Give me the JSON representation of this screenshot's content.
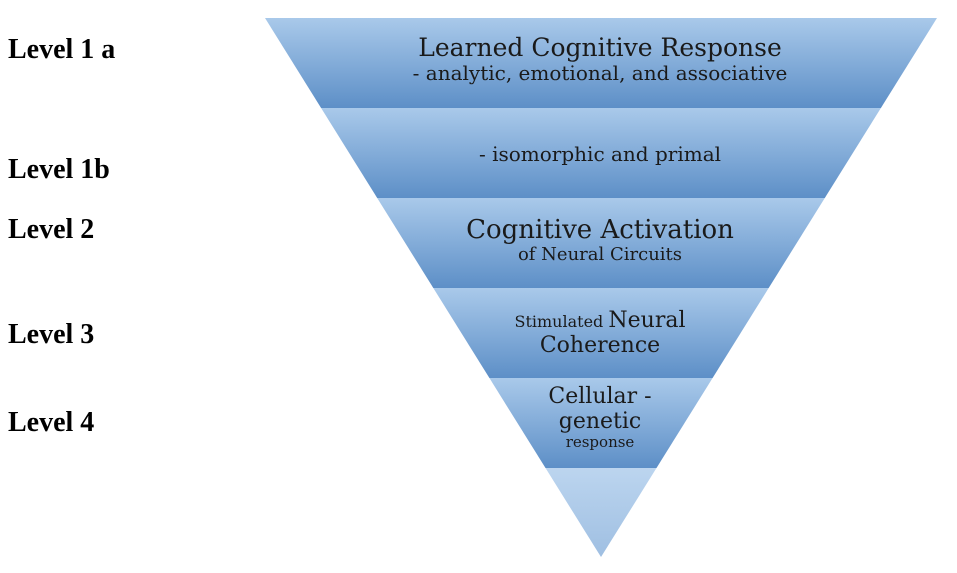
{
  "levels": [
    {
      "label": "Level 1 a"
    },
    {
      "label": "Level 1b"
    },
    {
      "label": "Level 2"
    },
    {
      "label": "Level 3"
    },
    {
      "label": "Level 4"
    }
  ],
  "layers": [
    {
      "line1": "Learned Cognitive Response",
      "line2": "- analytic, emotional, and associative"
    },
    {
      "line1": "- isomorphic and primal"
    },
    {
      "line1": "Cognitive Activation",
      "line2": "of Neural Circuits"
    },
    {
      "line1_small": "Stimulated",
      "line1_large": "Neural",
      "line2": "Coherence"
    },
    {
      "line1": "Cellular -",
      "line2": "genetic",
      "line3": "response"
    }
  ],
  "colors": {
    "band_top": "#a9c9ea",
    "band_bottom": "#5d8fc7",
    "apex_top": "#bcd5ef",
    "apex_bottom": "#9fbfe2"
  }
}
